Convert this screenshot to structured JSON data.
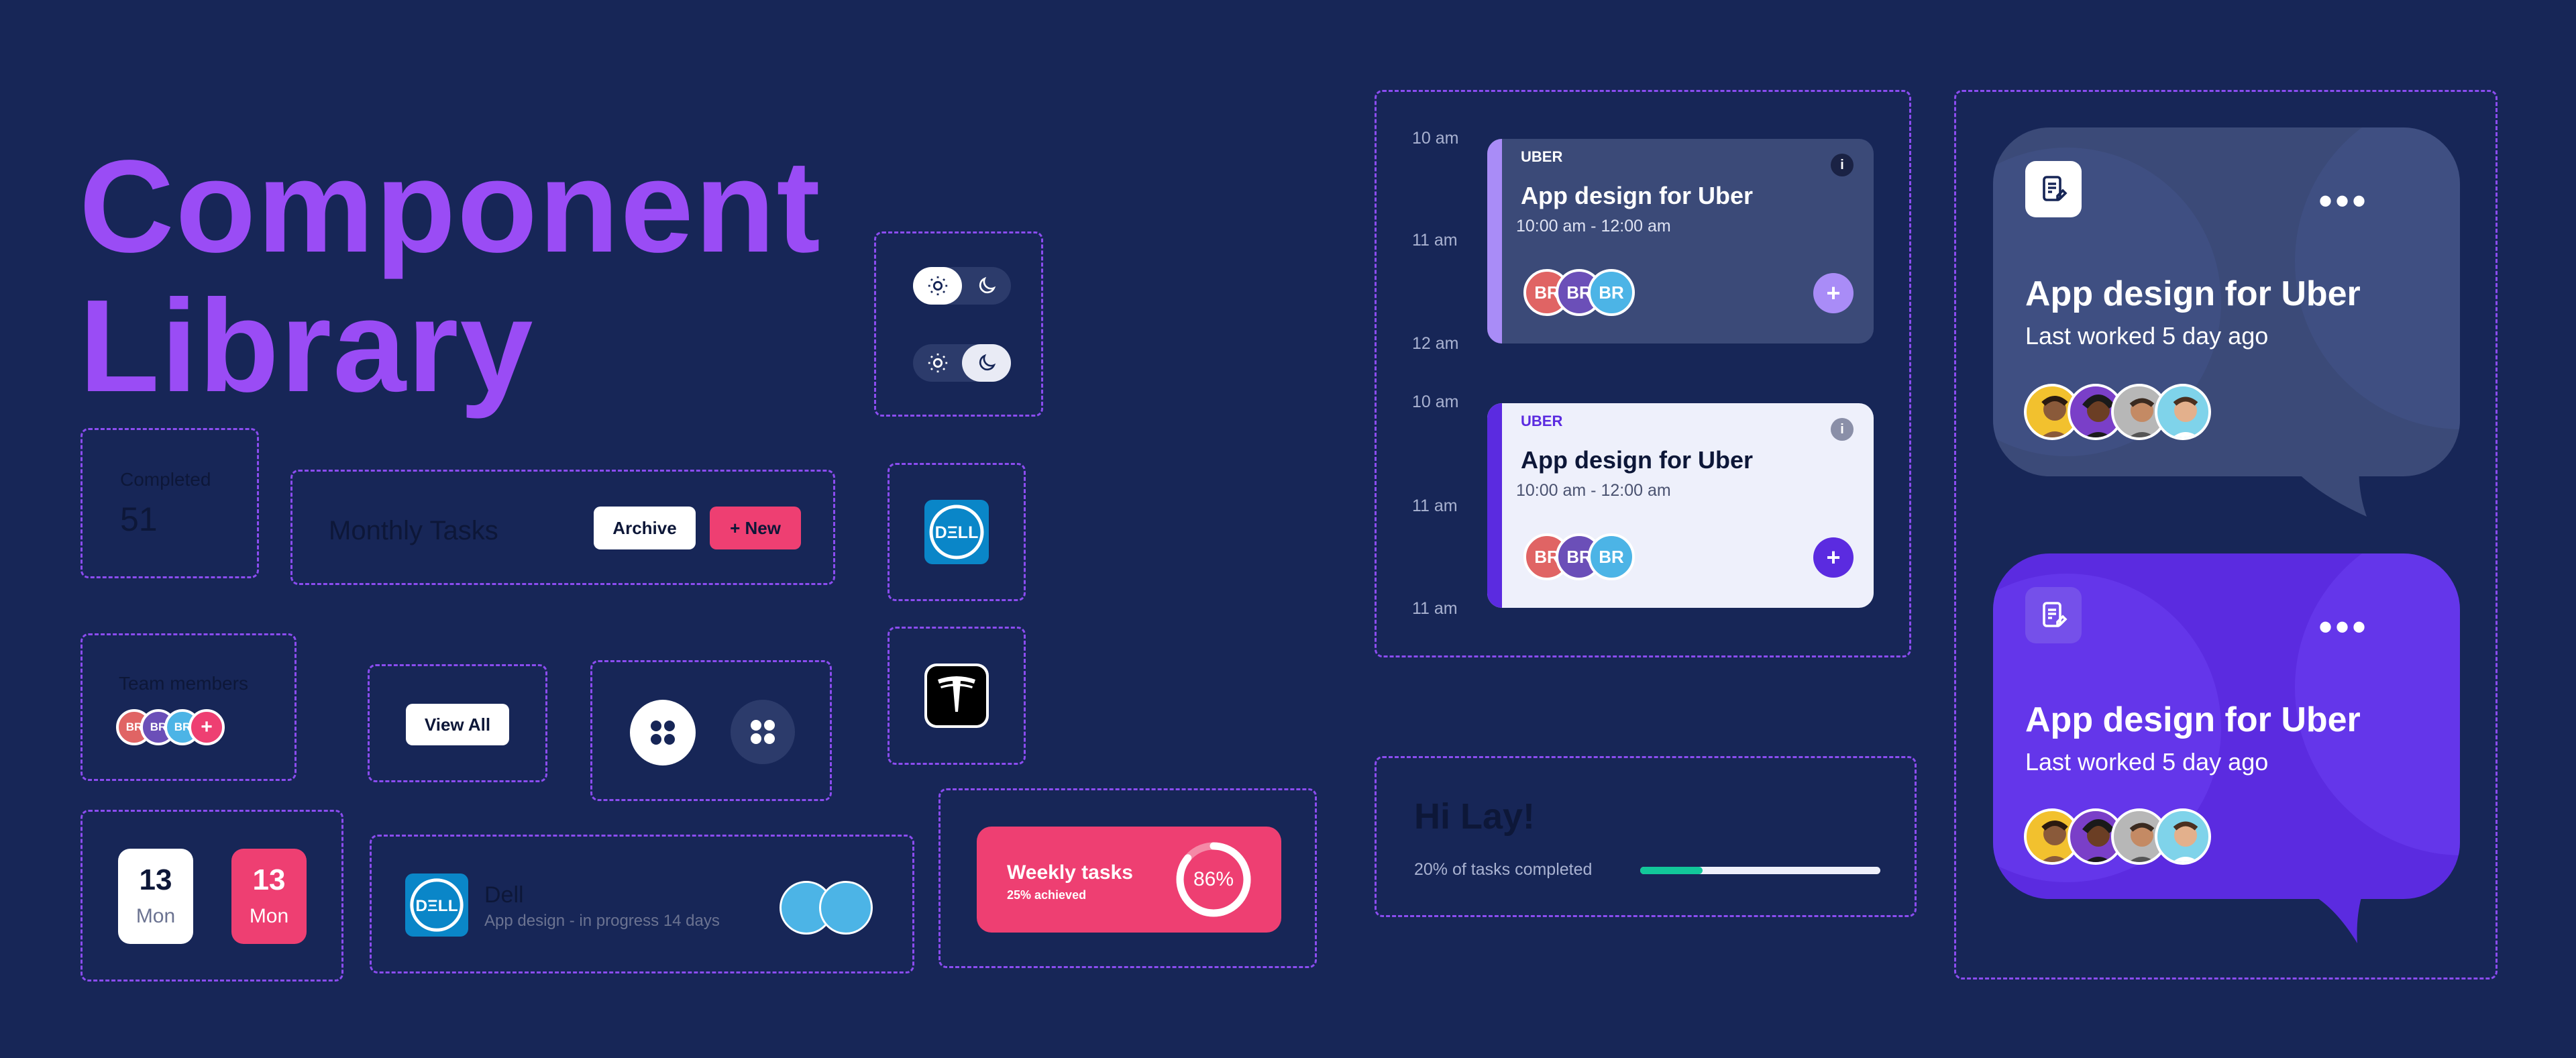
{
  "title": {
    "line1": "Component",
    "line2": "Library"
  },
  "completed": {
    "label": "Completed",
    "value": "51"
  },
  "monthly": {
    "title": "Monthly Tasks",
    "archive_label": "Archive",
    "new_label": "+ New"
  },
  "team": {
    "label": "Team members",
    "avatars": [
      "BR",
      "BR",
      "BR"
    ],
    "add_label": "+"
  },
  "view_all": {
    "label": "View All"
  },
  "dates": {
    "day_white": "13",
    "weekday_white": "Mon",
    "day_pink": "13",
    "weekday_pink": "Mon"
  },
  "dell_item": {
    "company": "Dell",
    "subtitle": "App design - in progress 14 days"
  },
  "weekly": {
    "title": "Weekly tasks",
    "subtitle": "25% achieved",
    "percent_label": "86%",
    "percent": 86
  },
  "schedule": {
    "times_top": [
      "10 am",
      "11 am",
      "12 am"
    ],
    "times_bottom": [
      "10 am",
      "11 am",
      "11 am"
    ],
    "cards": [
      {
        "company": "UBER",
        "title": "App design for Uber",
        "time": "10:00 am - 12:00 am",
        "avatars": [
          "BR",
          "BR",
          "BR"
        ],
        "plus": "+",
        "info": "i"
      },
      {
        "company": "UBER",
        "title": "App design for Uber",
        "time": "10:00 am - 12:00 am",
        "avatars": [
          "BR",
          "BR",
          "BR"
        ],
        "plus": "+",
        "info": "i"
      }
    ]
  },
  "greeting": {
    "title": "Hi Lay!",
    "subtitle": "20% of tasks completed",
    "progress": 0.26
  },
  "projects": [
    {
      "title": "App design for Uber",
      "subtitle": "Last worked 5 day ago",
      "menu": "•••"
    },
    {
      "title": "App design for Uber",
      "subtitle": "Last worked 5 day ago",
      "menu": "•••"
    }
  ],
  "colors": {
    "background": "#172657",
    "accent_purple": "#9a4cf5",
    "pink": "#ee3f72",
    "violet": "#5b2be0",
    "card_dark": "#3b4a78",
    "card_light": "#eef0fb",
    "progress_green": "#12c79a"
  },
  "icons": {
    "sun": "sun-icon",
    "moon": "moon-icon",
    "grid": "grid-icon",
    "dell": "dell-logo-icon",
    "tesla": "tesla-logo-icon",
    "document": "document-edit-icon"
  }
}
